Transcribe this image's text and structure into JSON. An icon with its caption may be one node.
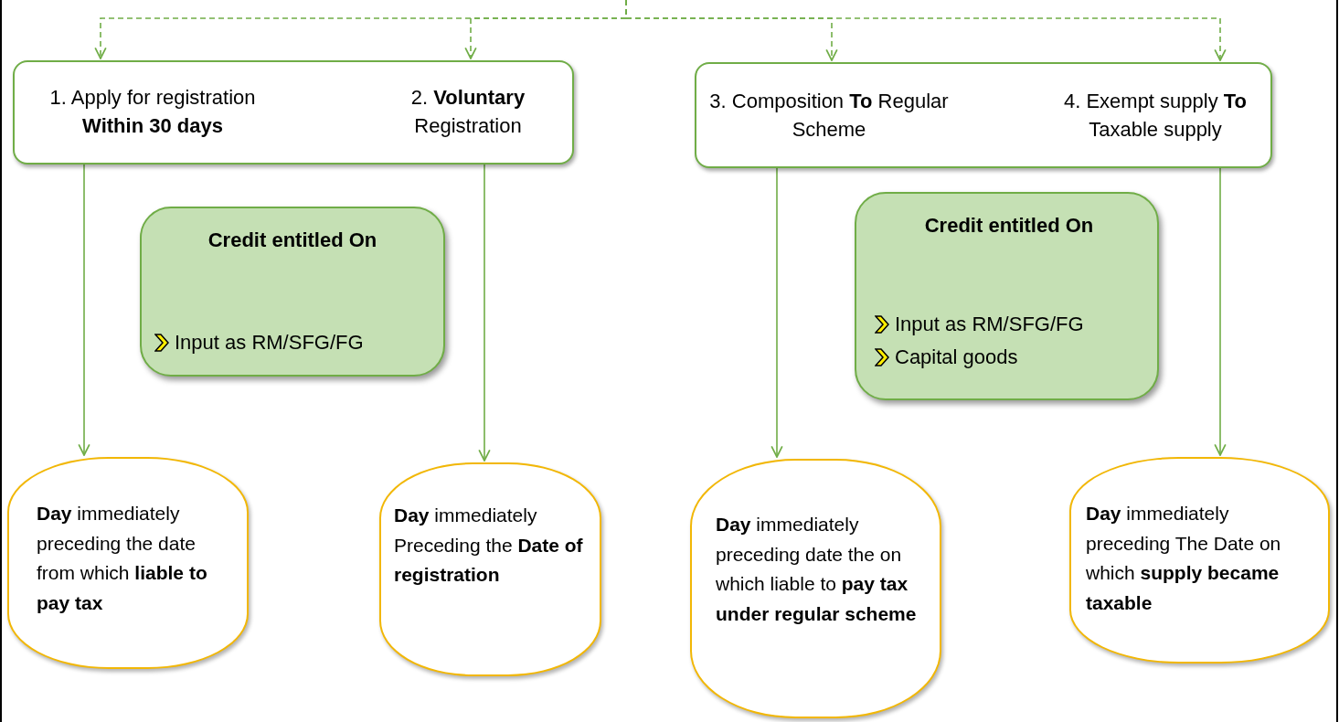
{
  "diagram": {
    "nodes": [
      {
        "text": [
          "1. Apply for registration **Within 30 days**",
          "2. **Voluntary** Registration"
        ]
      },
      {
        "text": [
          "3. Composition **To** Regular Scheme",
          "4. Exempt supply **To** Taxable supply"
        ]
      },
      {
        "text": [
          "Credit entitled On",
          "Input as RM/SFG/FG"
        ]
      },
      {
        "text": [
          "Credit entitled On",
          "Input as RM/SFG/FG",
          "Capital goods"
        ]
      },
      {
        "text": [
          "**Day** immediately preceding the date from which **liable to pay tax**"
        ]
      },
      {
        "text": [
          "**Day** immediately Preceding the **Date of registration**"
        ]
      },
      {
        "text": [
          "**Day** immediately preceding date the on which liable to **pay tax under regular scheme**"
        ]
      },
      {
        "text": [
          "**Day** immediately preceding The Date on which **supply became taxable**"
        ]
      }
    ],
    "edges": [
      {
        "from": null,
        "to": 0,
        "arrow": "to",
        "style": "dashed"
      },
      {
        "from": null,
        "to": 0,
        "arrow": "to",
        "style": "dashed"
      },
      {
        "from": null,
        "to": 1,
        "arrow": "to",
        "style": "dashed"
      },
      {
        "from": null,
        "to": 1,
        "arrow": "to",
        "style": "dashed"
      },
      {
        "from": 0,
        "to": 4,
        "arrow": "to"
      },
      {
        "from": 0,
        "to": 5,
        "arrow": "to"
      },
      {
        "from": 1,
        "to": 6,
        "arrow": "to"
      },
      {
        "from": 1,
        "to": 7,
        "arrow": "to"
      }
    ]
  }
}
